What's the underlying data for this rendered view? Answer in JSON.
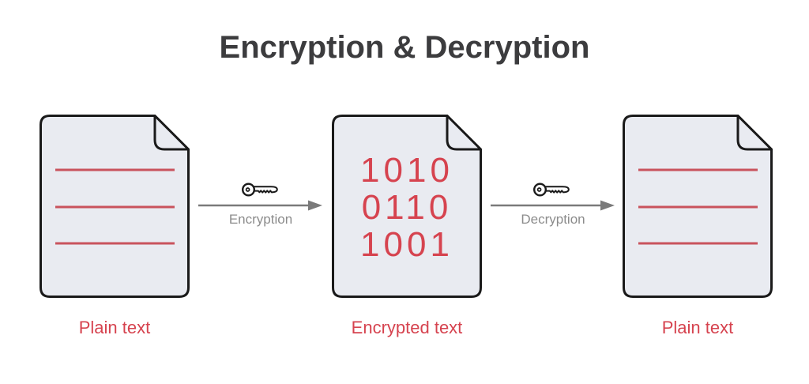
{
  "title": "Encryption & Decryption",
  "colors": {
    "background": "#ffffff",
    "title_text": "#3c3c3e",
    "accent_red": "#d6434f",
    "doc_line_red": "#c9535d",
    "doc_fill": "#e9ebf1",
    "doc_stroke": "#1a1a1a",
    "arrow_gray": "#7a7a7a",
    "arrow_label_gray": "#8c8c8c"
  },
  "flow": {
    "documents": [
      {
        "id": "plain-left",
        "label": "Plain text",
        "content_type": "text-lines",
        "line_count": 3
      },
      {
        "id": "encrypted",
        "label": "Encrypted text",
        "content_type": "binary",
        "binary": [
          "1010",
          "0110",
          "1001"
        ]
      },
      {
        "id": "plain-right",
        "label": "Plain text",
        "content_type": "text-lines",
        "line_count": 3
      }
    ],
    "transitions": [
      {
        "id": "encryption",
        "label": "Encryption",
        "icon": "key-icon",
        "direction": "right"
      },
      {
        "id": "decryption",
        "label": "Decryption",
        "icon": "key-icon",
        "direction": "right"
      }
    ]
  }
}
